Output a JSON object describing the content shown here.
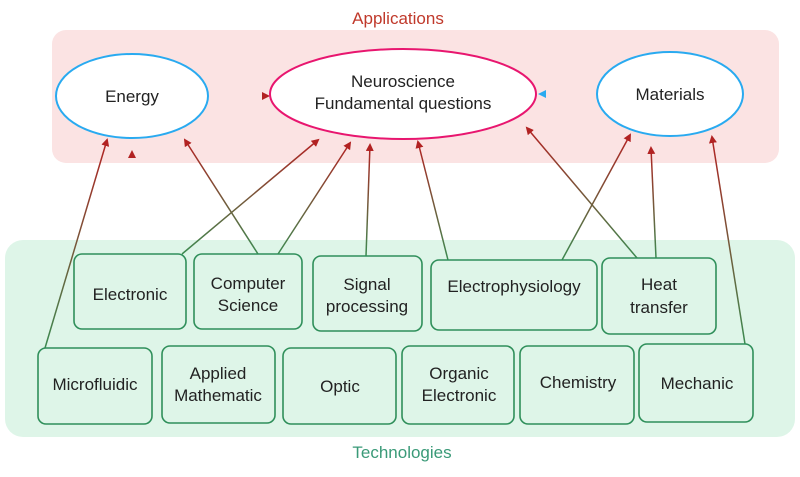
{
  "sections": {
    "applications_title": "Applications",
    "technologies_title": "Technologies"
  },
  "applications": {
    "energy": "Energy",
    "neuro_line1": "Neuroscience",
    "neuro_line2": "Fundamental questions",
    "materials": "Materials"
  },
  "technologies": {
    "electronic": "Electronic",
    "computer_science_1": "Computer",
    "computer_science_2": "Science",
    "signal_processing_1": "Signal",
    "signal_processing_2": "processing",
    "electrophysiology": "Electrophysiology",
    "heat_transfer_1": "Heat",
    "heat_transfer_2": "transfer",
    "microfluidic": "Microfluidic",
    "applied_math_1": "Applied",
    "applied_math_2": "Mathematic",
    "optic": "Optic",
    "organic_electronic_1": "Organic",
    "organic_electronic_2": "Electronic",
    "chemistry": "Chemistry",
    "mechanic": "Mechanic"
  },
  "colors": {
    "applications_title": "#c0392b",
    "technologies_title": "#3a9a78",
    "applications_band": "#fbe3e3",
    "technologies_band": "#def5e8",
    "ellipse_blue": "#29aaf0",
    "ellipse_pink": "#e8166f",
    "box_border": "#2f8f5a",
    "arrow_red": "#b22222",
    "arrow_green": "#3c8a50"
  }
}
